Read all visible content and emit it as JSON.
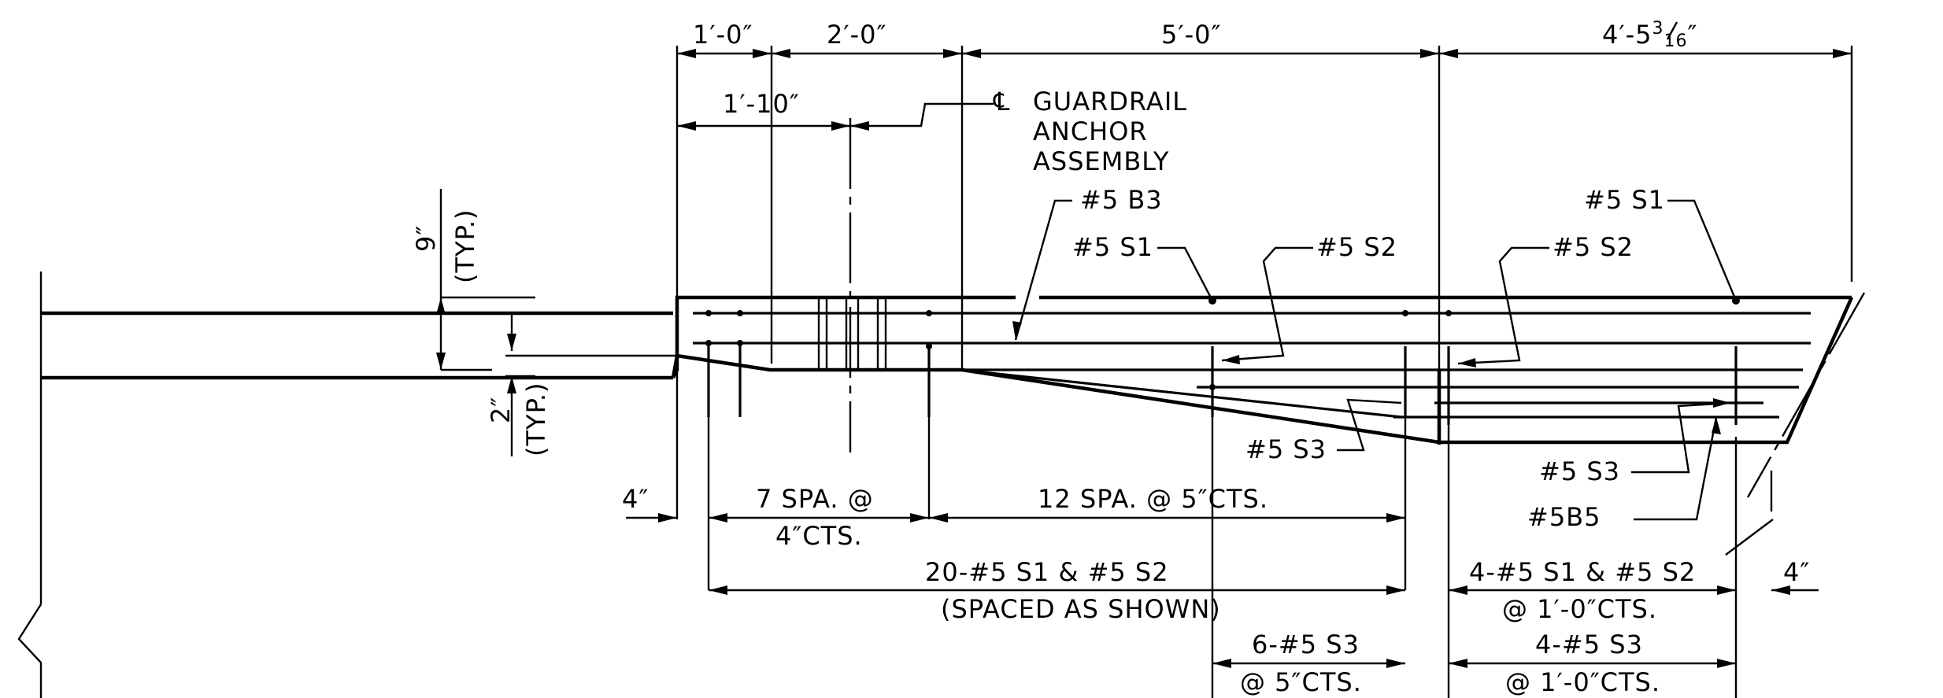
{
  "dims_top": {
    "d1": "1′-0″",
    "d2": "2′-0″",
    "d3": "5′-0″",
    "d4_whole": "4′-5",
    "d4_num": "3",
    "d4_den": "16",
    "d4_inch": "″",
    "d5": "1′-10″"
  },
  "callouts": {
    "centerline_symbol": "℄",
    "anchor_line1": "GUARDRAIL",
    "anchor_line2": "ANCHOR",
    "anchor_line3": "ASSEMBLY",
    "b3": "#5 B3",
    "s1_left": "#5 S1",
    "s2_left": "#5 S2",
    "s3_left": "#5 S3",
    "s1_right": "#5 S1",
    "s2_right": "#5 S2",
    "s3_right": "#5 S3",
    "b5": "#5B5"
  },
  "side_dims": {
    "nine": "9″",
    "nine_typ": "(TYP.)",
    "two": "2″",
    "two_typ": "(TYP.)",
    "four_left": "4″",
    "four_right": "4″"
  },
  "spacing": {
    "seven_spa_1": "7 SPA. @",
    "seven_spa_2": "4″CTS.",
    "twelve_spa": "12 SPA. @ 5″CTS.",
    "twenty_1": "20-#5 S1 & #5 S2",
    "twenty_2": "(SPACED AS SHOWN)",
    "four_s1s2_1": "4-#5 S1 & #5 S2",
    "four_s1s2_2": "@ 1′-0″CTS.",
    "six_s3_1": "6-#5 S3",
    "six_s3_2": "@ 5″CTS.",
    "four_s3_1": "4-#5 S3",
    "four_s3_2": "@ 1′-0″CTS."
  }
}
